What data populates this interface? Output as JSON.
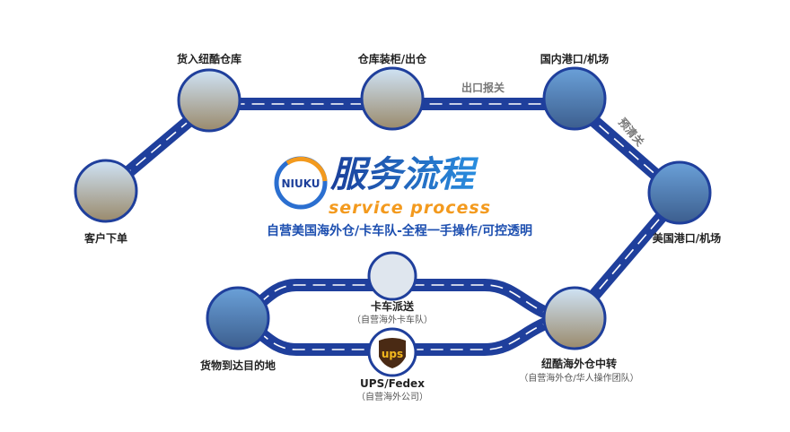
{
  "colors": {
    "road": "#1f3f9c",
    "accent_orange": "#f39a1e",
    "title_blue": "#1d56b8"
  },
  "logo": {
    "brand": "NIUKU",
    "title": "服务流程",
    "subtitle": "service process"
  },
  "tagline": "自营美国海外仓/卡车队-全程一手操作/可控透明",
  "steps": [
    {
      "label": "客户下单"
    },
    {
      "label": "货入纽酷仓库"
    },
    {
      "label": "仓库装柜/出仓"
    },
    {
      "label": "国内港口/机场"
    },
    {
      "label": "美国港口/机场"
    },
    {
      "label": "纽酷海外仓中转",
      "sub": "（自营海外仓/华人操作团队）"
    },
    {
      "label": "卡车派送",
      "sub": "（自营海外卡车队）"
    },
    {
      "label": "UPS/Fedex",
      "sub": "（自营海外公司）"
    },
    {
      "label": "货物到达目的地"
    }
  ],
  "road_labels": {
    "export": "出口报关",
    "preclear": "预清关"
  },
  "ups_badge": "ups"
}
